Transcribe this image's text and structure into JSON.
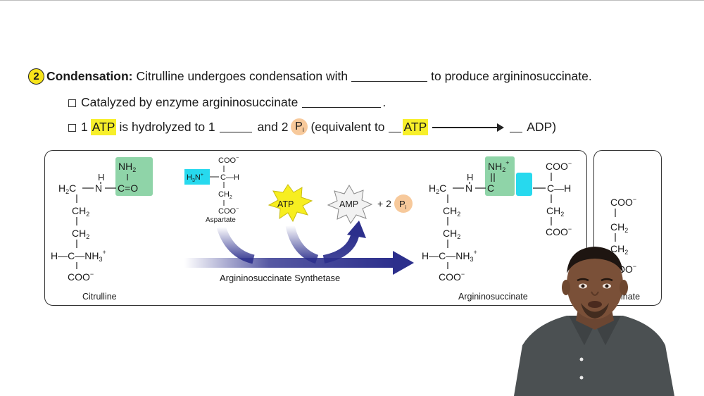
{
  "heading": {
    "number": "2",
    "title": "Condensation:",
    "text_before": "Citrulline undergoes condensation with",
    "text_after": "to produce argininosuccinate."
  },
  "bullets": {
    "catalyzed_text": "Catalyzed by enzyme argininosuccinate",
    "catalyzed_end": ".",
    "atp_count": "1",
    "atp": "ATP",
    "hydrolyzed_text": "is hydrolyzed to 1",
    "and_2": "and 2",
    "pi": "P",
    "pi_sub": "i",
    "equivalent_text": "(equivalent to",
    "adp_text": "ADP)"
  },
  "diagram": {
    "citrulline": {
      "nh2": "NH2",
      "h": "H",
      "h2c": "H2C",
      "n": "N",
      "c_o": "C=O",
      "ch2_a": "CH2",
      "ch2_b": "CH2",
      "h_c": "H—C—NH3+",
      "coo": "COO−",
      "label": "Citrulline"
    },
    "aspartate": {
      "coo_top": "COO−",
      "h3n": "H3N+",
      "c_h": "C—H",
      "ch2": "CH2",
      "coo_bottom": "COO−",
      "label": "Aspartate"
    },
    "atp_star": "ATP",
    "amp_star": "AMP",
    "plus_2": "+ 2",
    "pi": "P",
    "pi_sub": "i",
    "enzyme": "Argininosuccinate Synthetase",
    "argininosuccinate": {
      "nh2": "NH2+",
      "h": "H",
      "h2c": "H2C",
      "n": "N",
      "c": "C",
      "coo_top": "COO−",
      "c_h": "C—H",
      "ch2_right": "CH2",
      "coo_right": "COO−",
      "ch2_a": "CH2",
      "ch2_b": "CH2",
      "h_c": "H—C—NH3+",
      "coo": "COO−",
      "label": "Argininosuccinate"
    },
    "fumarate_partial": {
      "coo_top": "COO−",
      "ch2_a": "CH2",
      "ch2_b": "CH2",
      "coo_bottom": "COO−",
      "label": "ıccinate"
    }
  },
  "colors": {
    "highlight_yellow": "#f7ef2a",
    "pi_orange": "#f7c99b",
    "nh2_green": "#8fd4a8",
    "cyan": "#27d9ee",
    "arrow_navy": "#2c2f8c",
    "shirt_gray": "#4b5052"
  }
}
